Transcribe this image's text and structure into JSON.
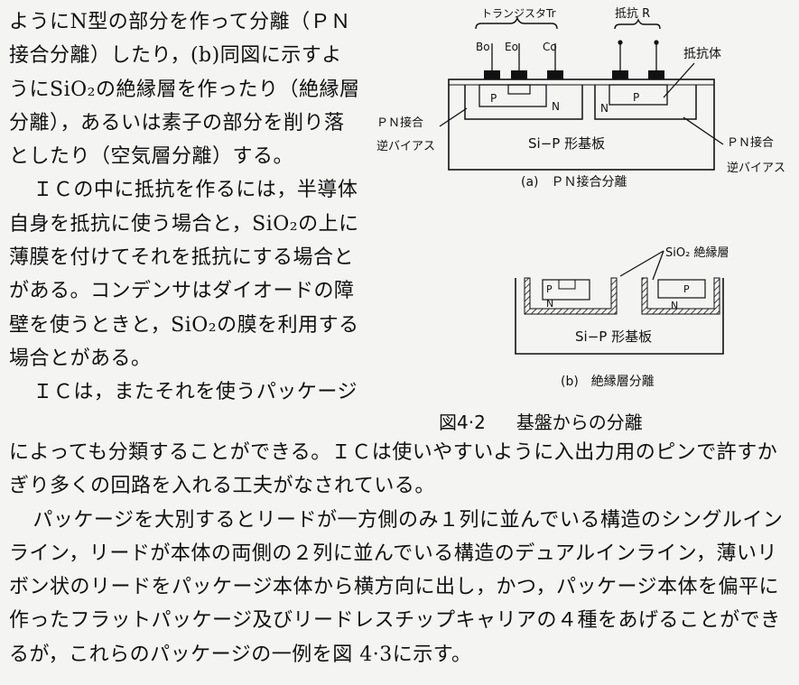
{
  "text_column": [
    "ようにN型の部分を作って分離（ＰＮ接合分離）したり，(b)同図に示すようにSiO₂の絶縁層を作ったり（絶縁層分離），あるいは素子の部分を削り落としたり（空気層分離）する。",
    "ＩＣの中に抵抗を作るには，半導体自身を抵抗に使う場合と，SiO₂の上に薄膜を付けてそれを抵抗にする場合とがある。コンデンサはダイオードの障壁を使うときと，SiO₂の膜を利用する場合とがある。"
  ],
  "text_wide_start": "ＩＣは，またそれを使うパッケージ",
  "text_wide": [
    "によっても分類することができる。ＩＣは使いやすいように入出力用のピンで許すかぎり多くの回路を入れる工夫がなされている。",
    "パッケージを大別するとリードが一方側のみ１列に並んでいる構造のシングルインライン，リードが本体の両側の２列に並んでいる構造のデュアルインライン，薄いリボン状のリードをパッケージ本体から横方向に出し，かつ，パッケージ本体を偏平に作ったフラットパッケージ及びリードレスチップキャリアの４種をあげることができるが，これらのパッケージの一例を図 4·3に示す。"
  ],
  "figure": {
    "number": "図4·2",
    "title": "基盤からの分離",
    "a": {
      "caption": "(a)　ＰＮ接合分離",
      "transistor_label": "トランジスタTr",
      "resistor_label": "抵抗 R",
      "terminals": [
        "Bo",
        "Eo",
        "Co"
      ],
      "resistor_body": "抵抗体",
      "junction_left": [
        "ＰＮ接合",
        "逆バイアス"
      ],
      "junction_right": [
        "ＰＮ接合",
        "逆バイアス"
      ],
      "substrate": "Si−P 形基板",
      "p_label": "P",
      "n_label": "N"
    },
    "b": {
      "caption": "(b)　絶縁層分離",
      "insulator_label": "SiO₂ 絶縁層",
      "substrate": "Si−P 形基板",
      "p_label": "P",
      "n_label": "N"
    }
  }
}
